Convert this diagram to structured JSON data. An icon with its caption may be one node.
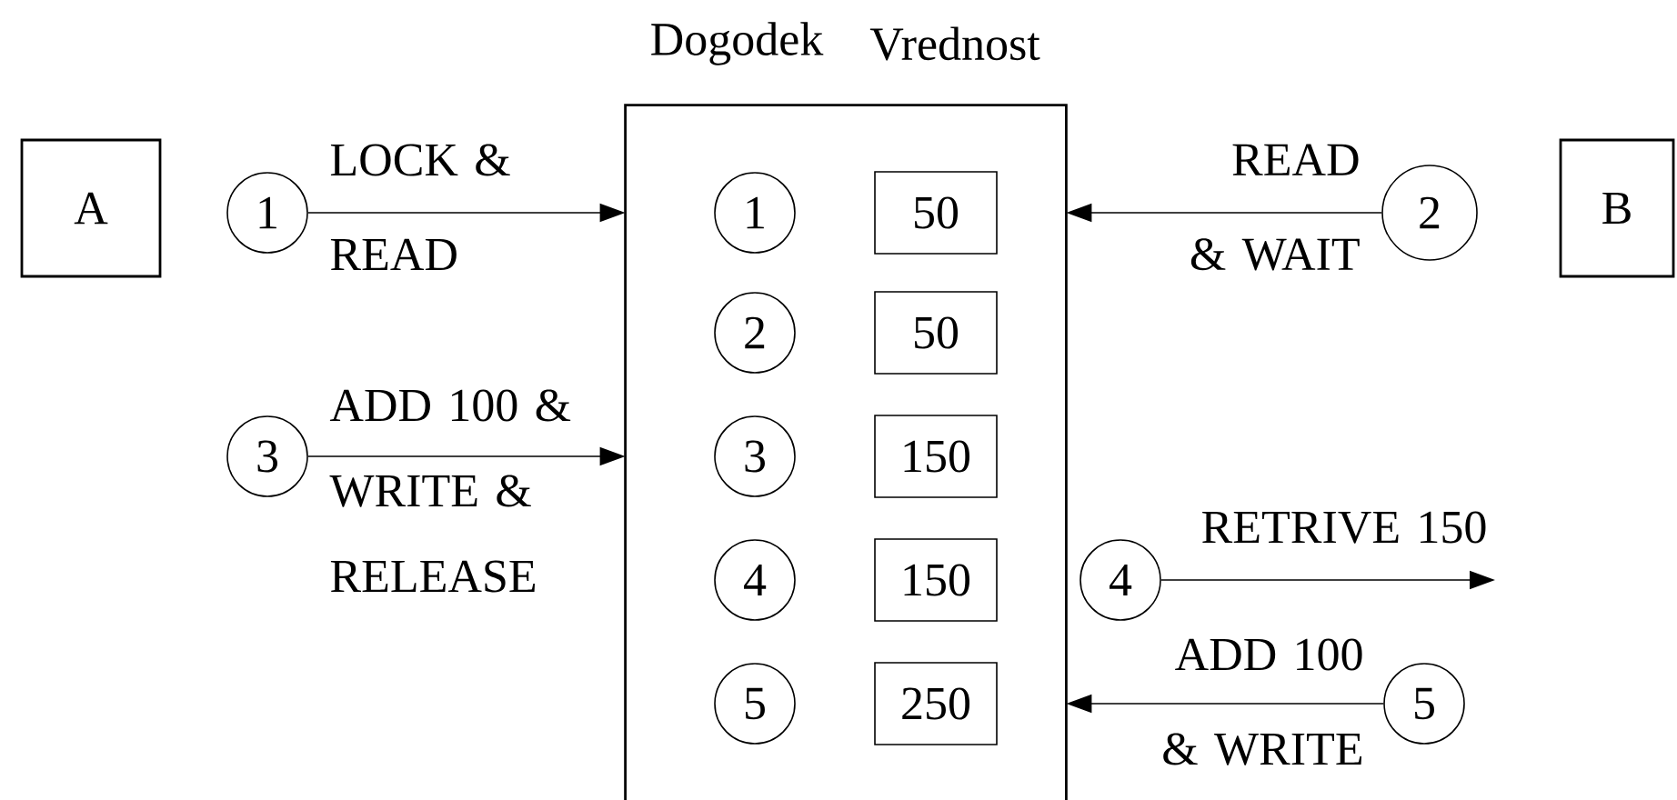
{
  "diagram": {
    "nodes": [
      {
        "text": [
          "A"
        ]
      },
      {
        "text": [
          "1"
        ]
      },
      {
        "text": [
          "Dogodek",
          "Vrednost"
        ]
      },
      {
        "text": [
          "1"
        ],
        "in": 2
      },
      {
        "text": [
          "50"
        ],
        "in": 2
      },
      {
        "text": [
          "2"
        ],
        "in": 2
      },
      {
        "text": [
          "50"
        ],
        "in": 2
      },
      {
        "text": [
          "3"
        ],
        "in": 2
      },
      {
        "text": [
          "150"
        ],
        "in": 2
      },
      {
        "text": [
          "4"
        ],
        "in": 2
      },
      {
        "text": [
          "150"
        ],
        "in": 2
      },
      {
        "text": [
          "5"
        ],
        "in": 2
      },
      {
        "text": [
          "250"
        ],
        "in": 2
      },
      {
        "text": [
          "2"
        ]
      },
      {
        "text": [
          "B"
        ]
      },
      {
        "text": [
          "3"
        ]
      },
      {
        "text": [
          "4"
        ]
      },
      {
        "text": [
          "5"
        ]
      }
    ],
    "edges": [
      {
        "from": 1,
        "to": 2,
        "arrow": "to",
        "label": "LOCK & READ"
      },
      {
        "from": 13,
        "to": 2,
        "arrow": "to",
        "label": "READ & WAIT"
      },
      {
        "from": 15,
        "to": 2,
        "arrow": "to",
        "label": "ADD 100 & WRITE & RELEASE"
      },
      {
        "from": 16,
        "to": null,
        "arrow": "to",
        "label": "RETRIVE 150"
      },
      {
        "from": 17,
        "to": 2,
        "arrow": "to",
        "label": "ADD 100 & WRITE"
      }
    ]
  }
}
